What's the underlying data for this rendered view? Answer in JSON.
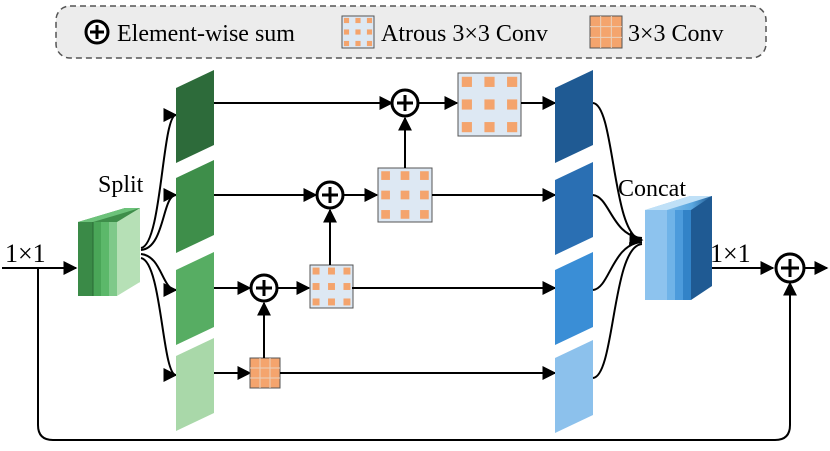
{
  "legend": {
    "sum_label": "Element-wise sum",
    "atrous_label": "Atrous 3×3 Conv",
    "conv_label": "3×3 Conv"
  },
  "labels": {
    "split": "Split",
    "concat": "Concat",
    "input_conv": "1×1",
    "output_conv": "1×1"
  },
  "colors": {
    "conv_fill": "#f4a46d",
    "atrous_bg": "#dde8f3",
    "split_block": "#5cb86a",
    "concat_block": "#5aa7e0",
    "green_dark": "#2d6b3a",
    "green_mid": "#3e8e4a",
    "green_light": "#57ad63",
    "green_pale": "#a9d8a9",
    "blue_dark": "#1f5a93",
    "blue_mid": "#2a6fb3",
    "blue_light": "#3a8ed6",
    "blue_pale": "#8cc1ec"
  }
}
